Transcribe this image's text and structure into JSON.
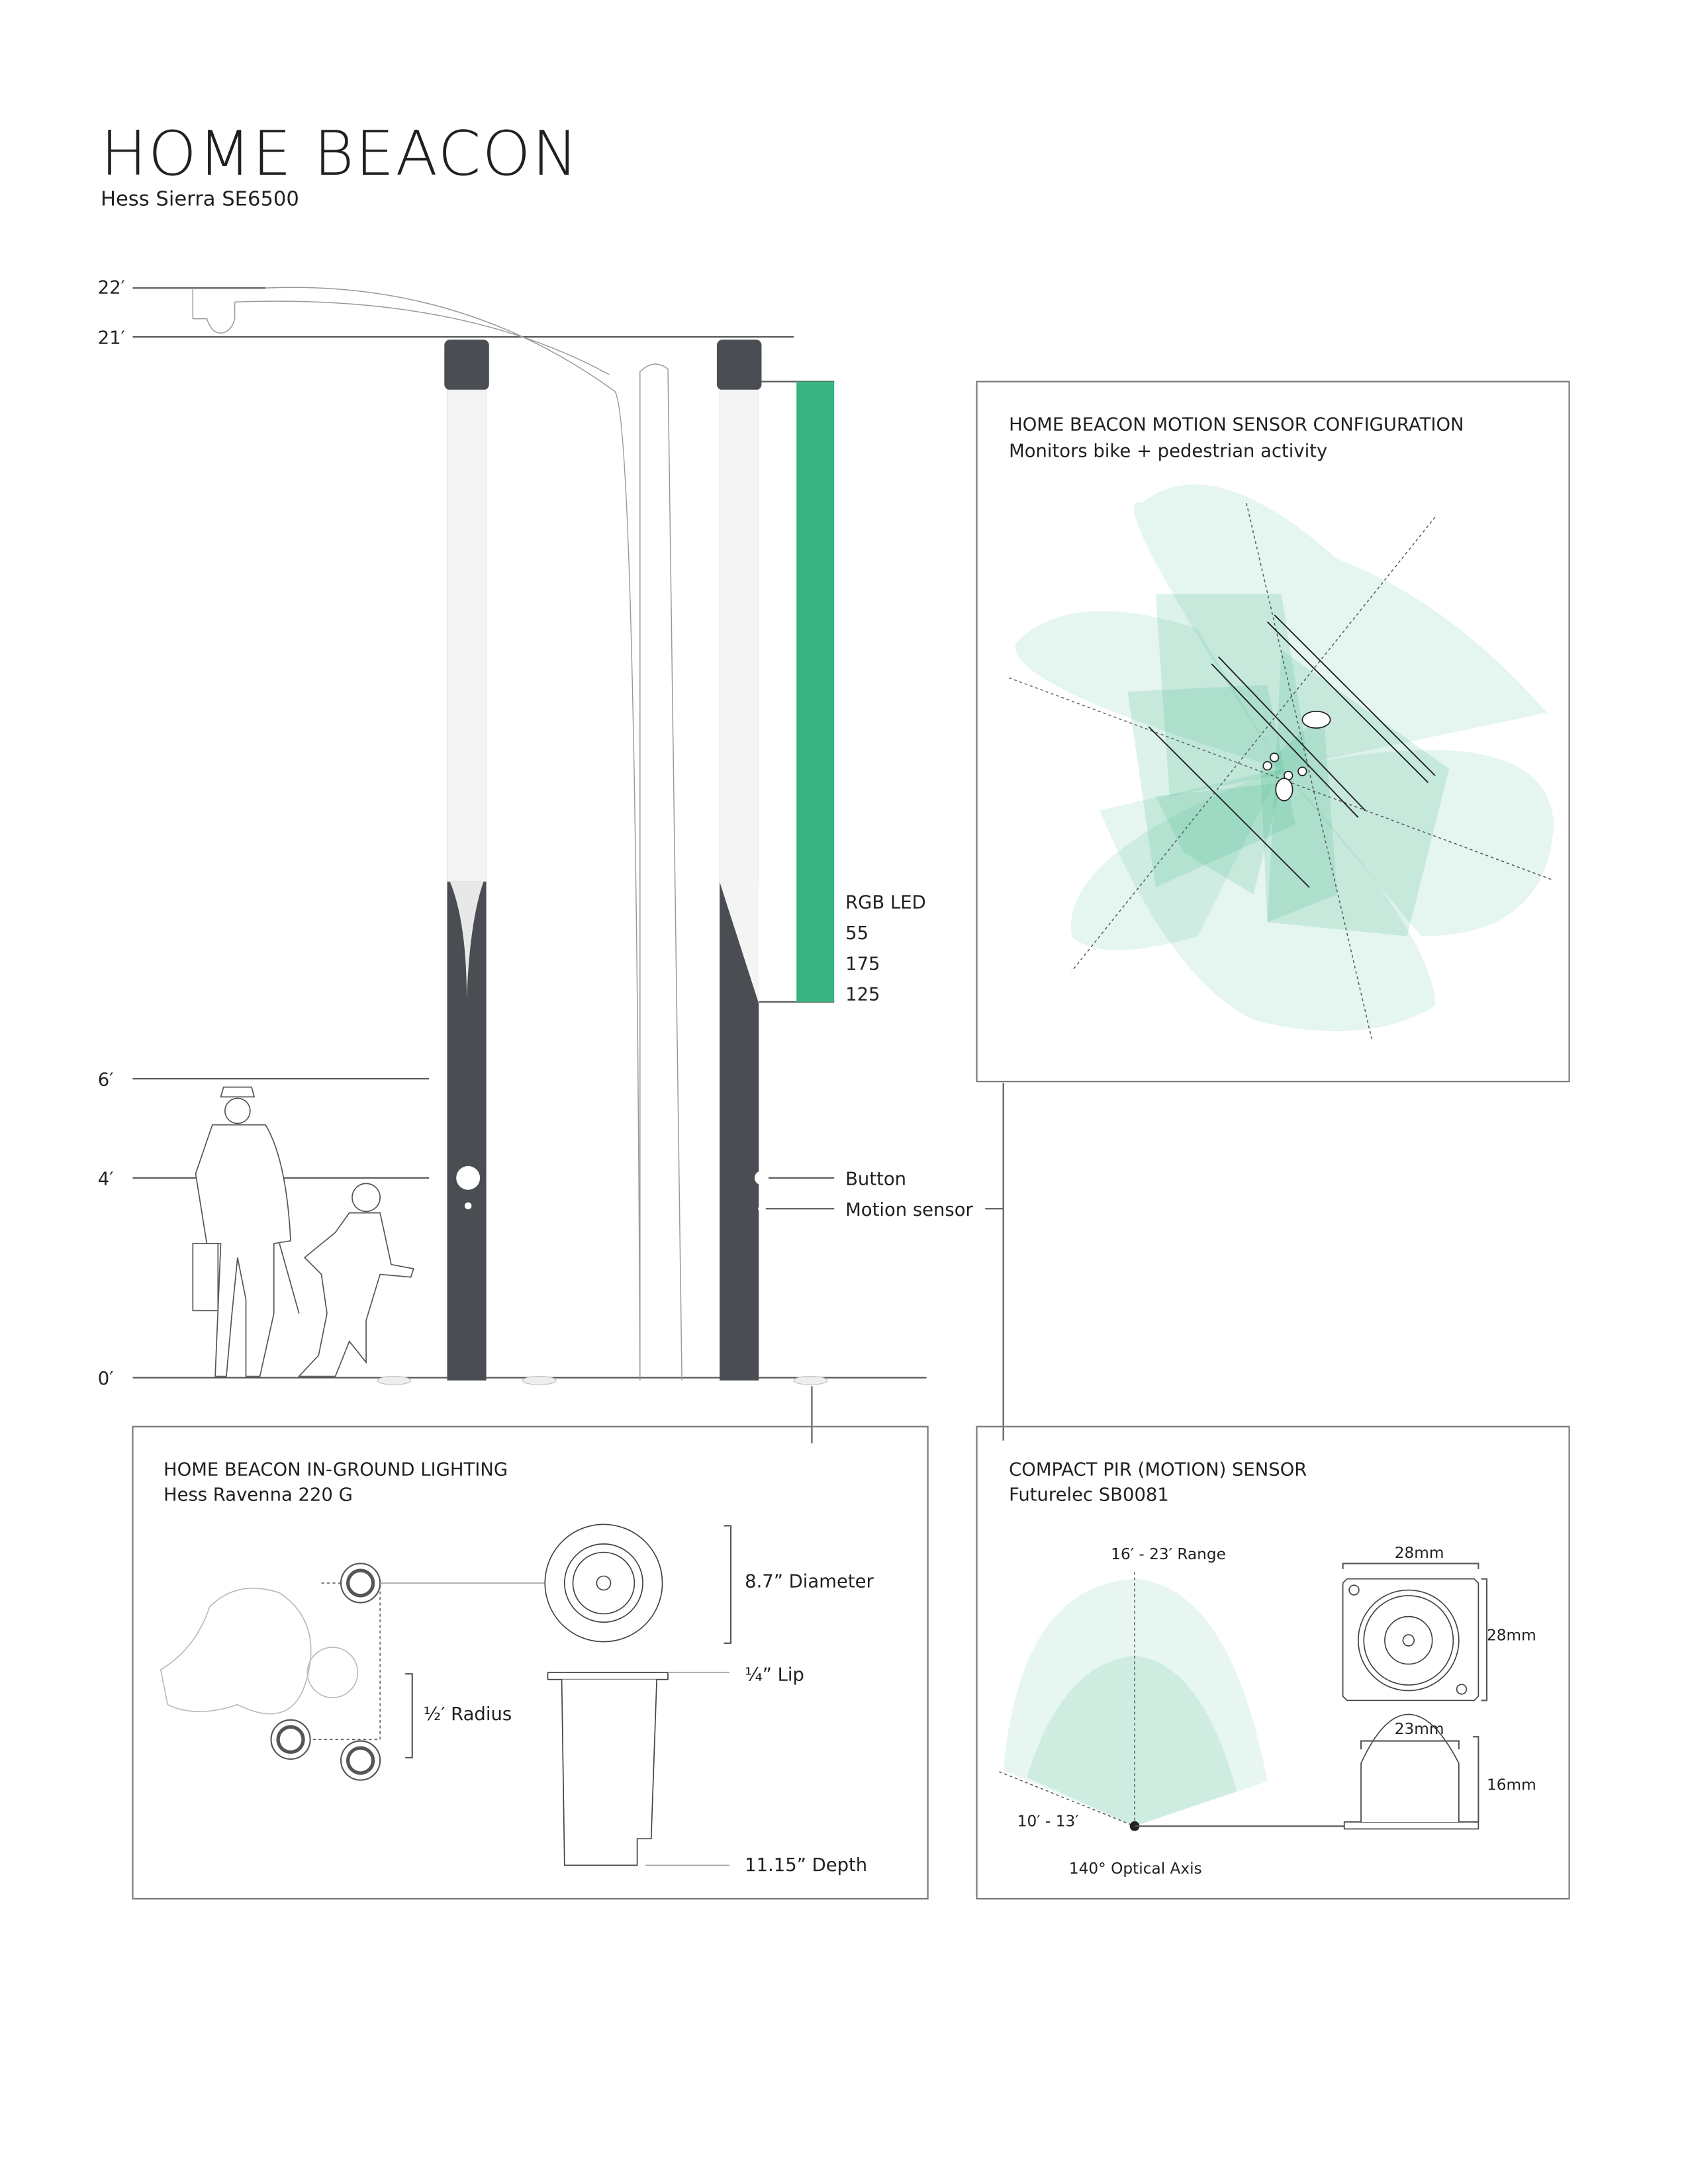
{
  "header": {
    "title": "HOME BEACON",
    "subtitle": "Hess Sierra SE6500"
  },
  "elevation": {
    "heights": [
      "22′",
      "21′",
      "6′",
      "4′",
      "0′"
    ],
    "rgb_led": {
      "label": "RGB LED",
      "r": "55",
      "g": "175",
      "b": "125",
      "color": "#37b482"
    },
    "button_label": "Button",
    "motion_sensor_label": "Motion sensor"
  },
  "motion_config": {
    "title": "HOME BEACON MOTION SENSOR CONFIGURATION",
    "subtitle": "Monitors bike + pedestrian activity",
    "color": "#37b482"
  },
  "in_ground": {
    "title": "HOME BEACON IN-GROUND LIGHTING",
    "subtitle": "Hess Ravenna 220 G",
    "diameter": "8.7” Diameter",
    "lip": "¼” Lip",
    "radius": "½′ Radius",
    "depth": "11.15” Depth"
  },
  "pir": {
    "title": "COMPACT PIR (MOTION) SENSOR",
    "subtitle": "Futurelec SB0081",
    "range": "16′ - 23′ Range",
    "near_range": "10′ - 13′",
    "optical_axis": "140° Optical Axis",
    "width_front": "28mm",
    "height_front": "28mm",
    "width_side": "23mm",
    "height_side": "16mm"
  }
}
